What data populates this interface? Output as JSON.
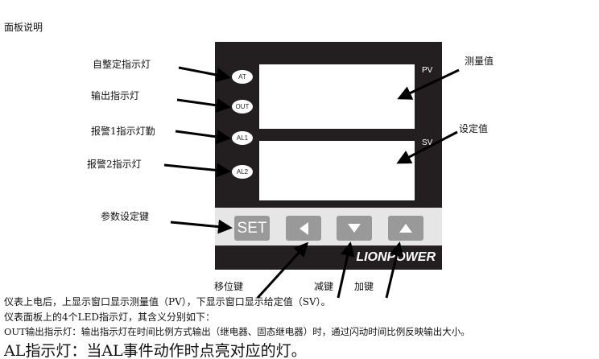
{
  "title": "面板说明",
  "panel": {
    "pv_label": "PV",
    "sv_label": "SV",
    "leds": [
      "AT",
      "OUT",
      "AL1",
      "AL2"
    ],
    "buttons": {
      "set": "SET"
    },
    "brand": "LIONPOWER"
  },
  "callouts": {
    "at": "自整定指示灯",
    "out": "输出指示灯",
    "al1": "报警1指示灯勤",
    "al2": "报警2指示灯",
    "set": "参数设定键",
    "pv": "测量值",
    "sv": "设定值",
    "shift": "移位键",
    "down": "减键",
    "up": "加键"
  },
  "notes": [
    "仪表上电后，上显示窗口显示测量值（PV），下显示窗口显示给定值（SV）。",
    "仪表面板上的4个LED指示灯，其含义分别如下：",
    "OUT输出指示灯：输出指示灯在时间比例方式输出（继电器、固态继电器）时，通过闪动时间比例反映输出大小。",
    "AL指示灯：当AL事件动作时点亮对应的灯。"
  ]
}
